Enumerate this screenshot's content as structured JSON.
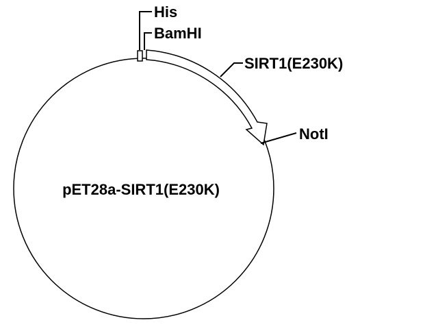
{
  "plasmid": {
    "name": "pET28a-SIRT1(E230K)"
  },
  "features": {
    "his": {
      "label": "His"
    },
    "bamhi": {
      "label": "BamHI"
    },
    "insert": {
      "label": "SIRT1(E230K)"
    },
    "noti": {
      "label": "NotI"
    }
  },
  "colors": {
    "stroke": "#000000",
    "background": "#ffffff"
  }
}
